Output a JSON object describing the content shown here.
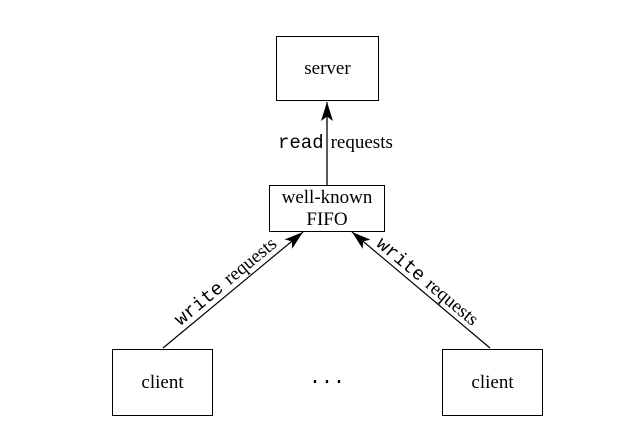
{
  "colors": {
    "ink": "#000000",
    "background": "#ffffff"
  },
  "nodes": {
    "server": {
      "label": "server"
    },
    "fifo": {
      "line1": "well-known",
      "line2": "FIFO"
    },
    "client_left": {
      "label": "client"
    },
    "client_right": {
      "label": "client"
    }
  },
  "edges": {
    "read": {
      "verb": "read",
      "noun": "requests"
    },
    "write_left": {
      "verb": "write",
      "noun": "requests"
    },
    "write_right": {
      "verb": "write",
      "noun": "requests"
    }
  },
  "ellipsis": "..."
}
